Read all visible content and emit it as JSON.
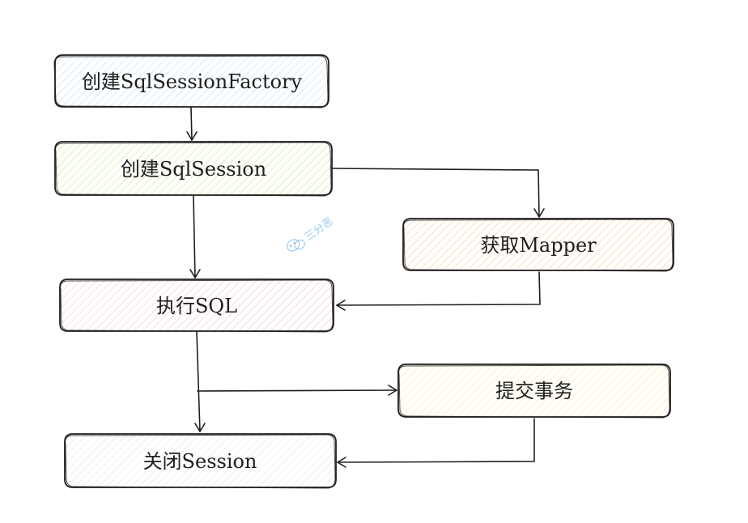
{
  "nodes": {
    "create_factory": {
      "label": "创建SqlSessionFactory",
      "color": "#a5d8ff"
    },
    "create_session": {
      "label": "创建SqlSession",
      "color": "#c0eb75"
    },
    "get_mapper": {
      "label": "获取Mapper",
      "color": "#ffc078"
    },
    "execute_sql": {
      "label": "执行SQL",
      "color": "#ffc9c9"
    },
    "commit_tx": {
      "label": "提交事务",
      "color": "#ffec99"
    },
    "close_session": {
      "label": "关闭Session",
      "color": "#dee2e6"
    }
  },
  "watermark": {
    "text": "三分恶",
    "icon": "wechat-icon"
  }
}
